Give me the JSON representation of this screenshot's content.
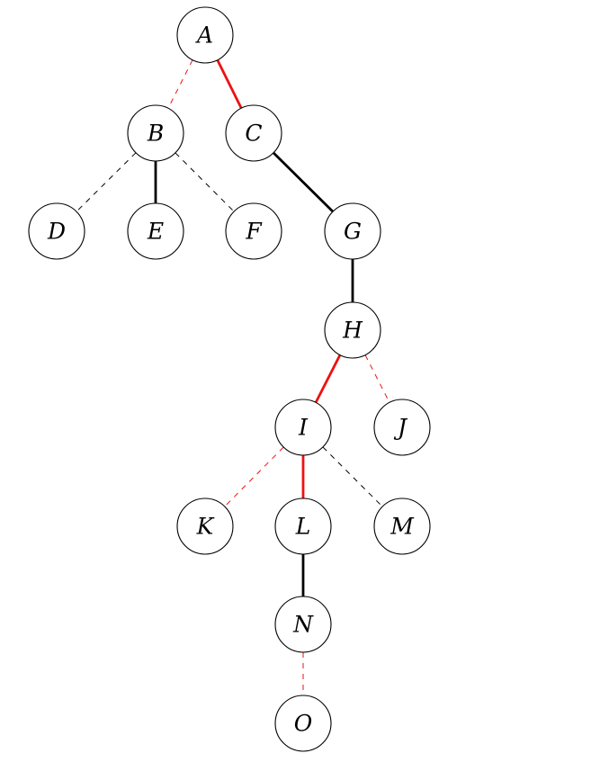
{
  "colors": {
    "black": "#000000",
    "red": "#ee1111"
  },
  "nodes": [
    {
      "id": "A",
      "label": "A"
    },
    {
      "id": "B",
      "label": "B"
    },
    {
      "id": "C",
      "label": "C"
    },
    {
      "id": "D",
      "label": "D"
    },
    {
      "id": "E",
      "label": "E"
    },
    {
      "id": "F",
      "label": "F"
    },
    {
      "id": "G",
      "label": "G"
    },
    {
      "id": "H",
      "label": "H"
    },
    {
      "id": "I",
      "label": "I"
    },
    {
      "id": "J",
      "label": "J"
    },
    {
      "id": "K",
      "label": "K"
    },
    {
      "id": "L",
      "label": "L"
    },
    {
      "id": "M",
      "label": "M"
    },
    {
      "id": "N",
      "label": "N"
    },
    {
      "id": "O",
      "label": "O"
    }
  ],
  "edges": [
    {
      "from": "A",
      "to": "B",
      "color": "red",
      "style": "dashed"
    },
    {
      "from": "A",
      "to": "C",
      "color": "red",
      "style": "solid"
    },
    {
      "from": "B",
      "to": "D",
      "color": "black",
      "style": "dashed"
    },
    {
      "from": "B",
      "to": "E",
      "color": "black",
      "style": "solid"
    },
    {
      "from": "B",
      "to": "F",
      "color": "black",
      "style": "dashed"
    },
    {
      "from": "C",
      "to": "G",
      "color": "black",
      "style": "solid"
    },
    {
      "from": "G",
      "to": "H",
      "color": "black",
      "style": "solid"
    },
    {
      "from": "H",
      "to": "I",
      "color": "red",
      "style": "solid"
    },
    {
      "from": "H",
      "to": "J",
      "color": "red",
      "style": "dashed"
    },
    {
      "from": "I",
      "to": "K",
      "color": "red",
      "style": "dashed"
    },
    {
      "from": "I",
      "to": "L",
      "color": "red",
      "style": "solid"
    },
    {
      "from": "I",
      "to": "M",
      "color": "black",
      "style": "dashed"
    },
    {
      "from": "L",
      "to": "N",
      "color": "black",
      "style": "solid"
    },
    {
      "from": "N",
      "to": "O",
      "color": "red",
      "style": "dashed"
    }
  ]
}
